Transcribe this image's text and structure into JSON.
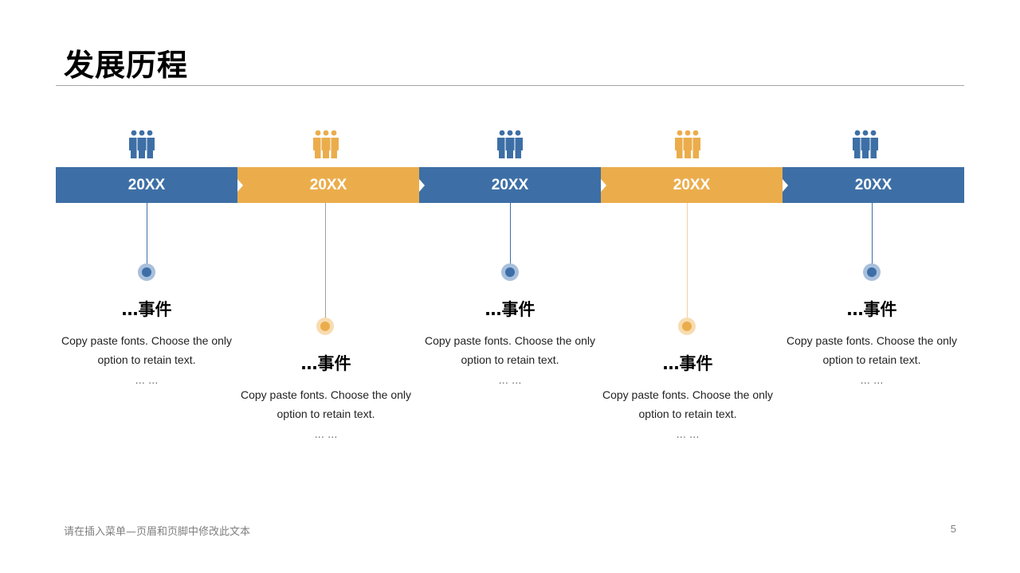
{
  "title": "发展历程",
  "colors": {
    "blue": "#3d6fa6",
    "orange": "#ebad4c"
  },
  "timeline": [
    {
      "year": "20XX",
      "color": "blue",
      "icon": "people-group-icon",
      "event_title": "…事件",
      "event_desc_1": "Copy paste fonts. Choose the only",
      "event_desc_2": "option to retain text.",
      "event_more": "… …"
    },
    {
      "year": "20XX",
      "color": "orange",
      "icon": "people-group-icon",
      "event_title": "…事件",
      "event_desc_1": "Copy paste fonts. Choose the only",
      "event_desc_2": "option to retain text.",
      "event_more": "… …"
    },
    {
      "year": "20XX",
      "color": "blue",
      "icon": "people-group-icon",
      "event_title": "…事件",
      "event_desc_1": "Copy paste fonts. Choose the only",
      "event_desc_2": "option to retain text.",
      "event_more": "… …"
    },
    {
      "year": "20XX",
      "color": "orange",
      "icon": "people-group-icon",
      "event_title": "…事件",
      "event_desc_1": "Copy paste fonts. Choose the only",
      "event_desc_2": "option to retain text.",
      "event_more": "… …"
    },
    {
      "year": "20XX",
      "color": "blue",
      "icon": "people-group-icon",
      "event_title": "…事件",
      "event_desc_1": "Copy paste fonts. Choose the only",
      "event_desc_2": "option to retain text.",
      "event_more": "… …"
    }
  ],
  "footer": {
    "note": "请在插入菜单—页眉和页脚中修改此文本",
    "page": "5"
  }
}
